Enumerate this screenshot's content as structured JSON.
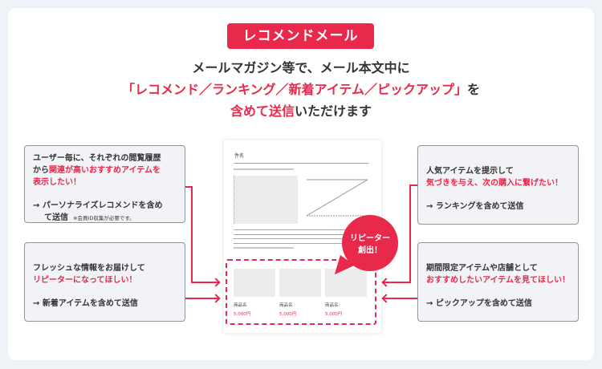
{
  "badge": {
    "label": "レコメンドメール"
  },
  "headline": {
    "line1": "メールマガジン等で、メール本文中に",
    "line2_red": "「レコメンド／ランキング／新着アイテム／ピックアップ」",
    "line2_black": "を",
    "line3_red": "含めて送信",
    "line3_black": "いただけます"
  },
  "colors": {
    "accent": "#e8294c",
    "box_bg": "#f1f3f6",
    "page_bg": "#eff2f6",
    "text": "#333333"
  },
  "boxes": {
    "recommend": {
      "line1": "ユーザー毎に、それぞれの閲覧履歴",
      "line2_black": "から",
      "line2_red": "関連が高いおすすめアイテムを",
      "line3_red": "表示したい！",
      "action1": "→ パーソナライズレコメンドを含め",
      "action2": "て送信",
      "note": "※会員ID収集が必要です。"
    },
    "new_items": {
      "line1": "フレッシュな情報をお届けして",
      "line2_red": "リピーターになってほしい！",
      "action": "→ 新着アイテムを含めて送信"
    },
    "ranking": {
      "line1": "人気アイテムを提示して",
      "line2_red": "気づきを与え、次の購入に繋げたい！",
      "action": "→ ランキングを含めて送信"
    },
    "pickup": {
      "line1": "期間限定アイテムや店舗として",
      "line2_red": "おすすめしたいアイテムを見てほしい！",
      "action": "→ ピックアップを含めて送信"
    }
  },
  "mail": {
    "subject": "件名",
    "products": [
      {
        "name": "商品名",
        "price": "5,000円"
      },
      {
        "name": "商品名",
        "price": "5,000円"
      },
      {
        "name": "商品名",
        "price": "5,000円"
      }
    ]
  },
  "bubble": {
    "line1": "リピーター",
    "line2": "創出！"
  }
}
